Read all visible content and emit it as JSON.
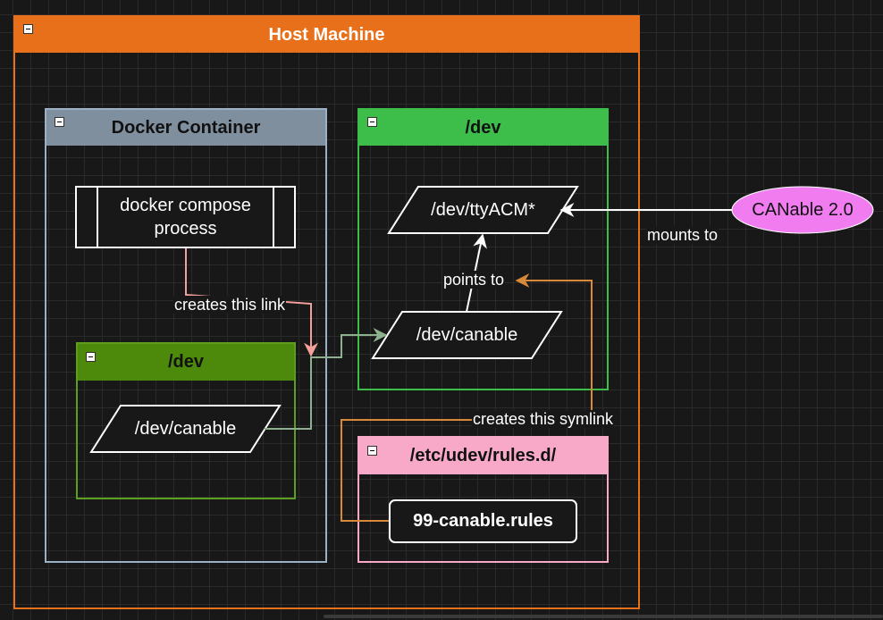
{
  "host": {
    "title": "Host Machine"
  },
  "docker": {
    "title": "Docker Container",
    "process": "docker compose\nprocess",
    "dev": {
      "title": "/dev",
      "item": "/dev/canable"
    }
  },
  "host_dev": {
    "title": "/dev",
    "tty": "/dev/ttyACM*",
    "canable": "/dev/canable"
  },
  "udev": {
    "title": "/etc/udev/rules.d/",
    "rules_file": "99-canable.rules"
  },
  "device": {
    "name": "CANable 2.0"
  },
  "edges": {
    "mounts_to": "mounts to",
    "points_to": "points to",
    "creates_link": "creates this link",
    "creates_symlink": "creates this symlink"
  },
  "colors": {
    "host": "#E8701A",
    "docker": "#808F9E",
    "host_dev": "#3DBE4A",
    "docker_dev": "#4D8A0C",
    "udev": "#F8A9C8",
    "device": "#F07CF0",
    "link_arrow": "#F4A09A",
    "symlink_arrow": "#D88A3A",
    "dev_arrow": "#8FB08F"
  }
}
